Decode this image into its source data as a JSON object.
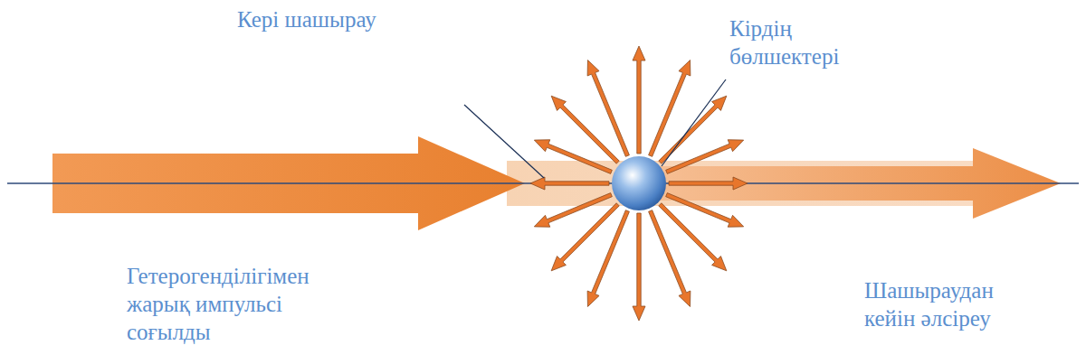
{
  "diagram": {
    "labels": [
      "Кері шашырау",
      "Кірдің бөлшектері",
      "Гетерогенділігімен жарық импульсі соғылды",
      "Шашыраудан кейін әлсіреу"
    ]
  }
}
